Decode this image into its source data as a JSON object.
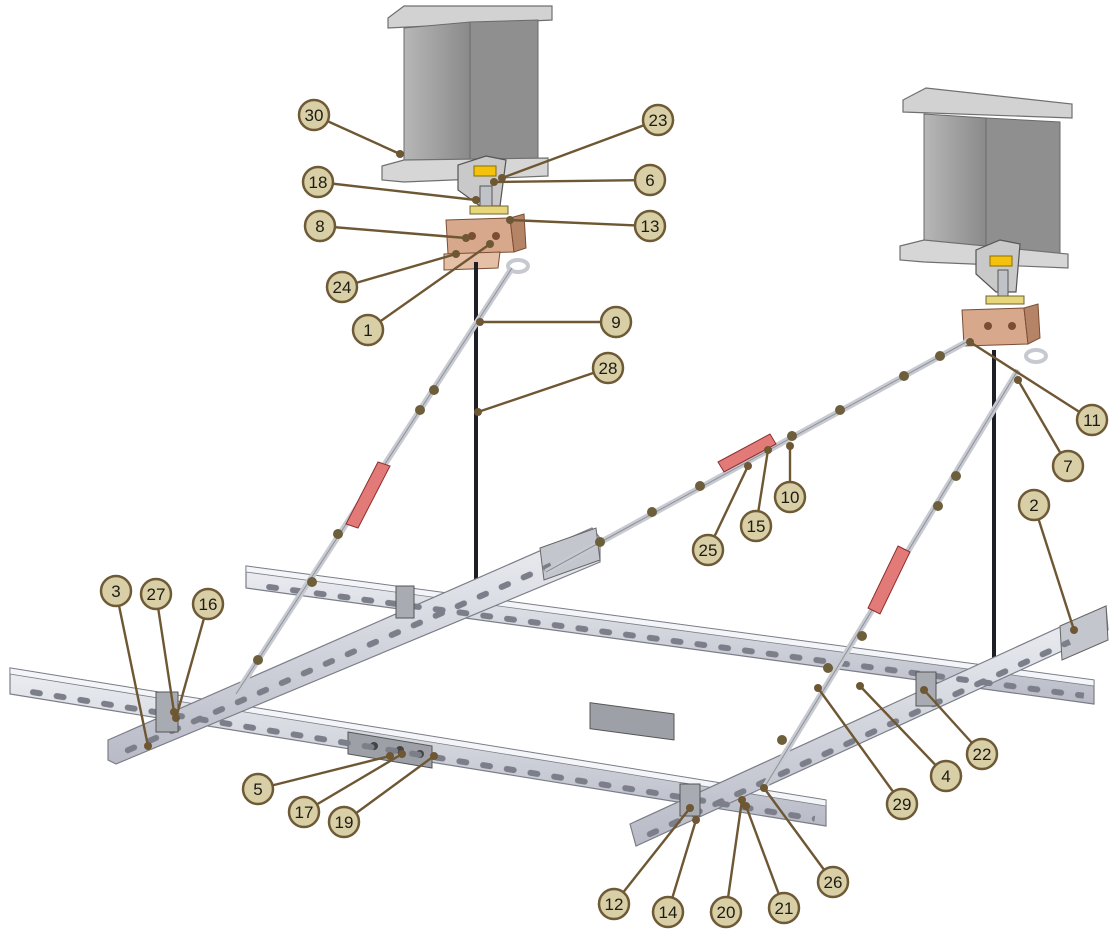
{
  "colors": {
    "background": "#ffffff",
    "callout_fill": "#d8cfa6",
    "callout_stroke": "#6e5a36",
    "leader": "#6e5733",
    "steel": "#d5d6dd",
    "steel_dark": "#8d8f99",
    "beam": "#9a9a9a",
    "bracket": "#cfa384",
    "turnbuckle": "#e27a78",
    "yellow_pad": "#f4c20d",
    "rod": "#1e1e26"
  },
  "callouts": [
    "30",
    "23",
    "18",
    "6",
    "8",
    "13",
    "24",
    "1",
    "9",
    "28",
    "11",
    "7",
    "10",
    "15",
    "25",
    "2",
    "3",
    "27",
    "16",
    "5",
    "17",
    "19",
    "4",
    "22",
    "29",
    "26",
    "12",
    "14",
    "20",
    "21"
  ]
}
